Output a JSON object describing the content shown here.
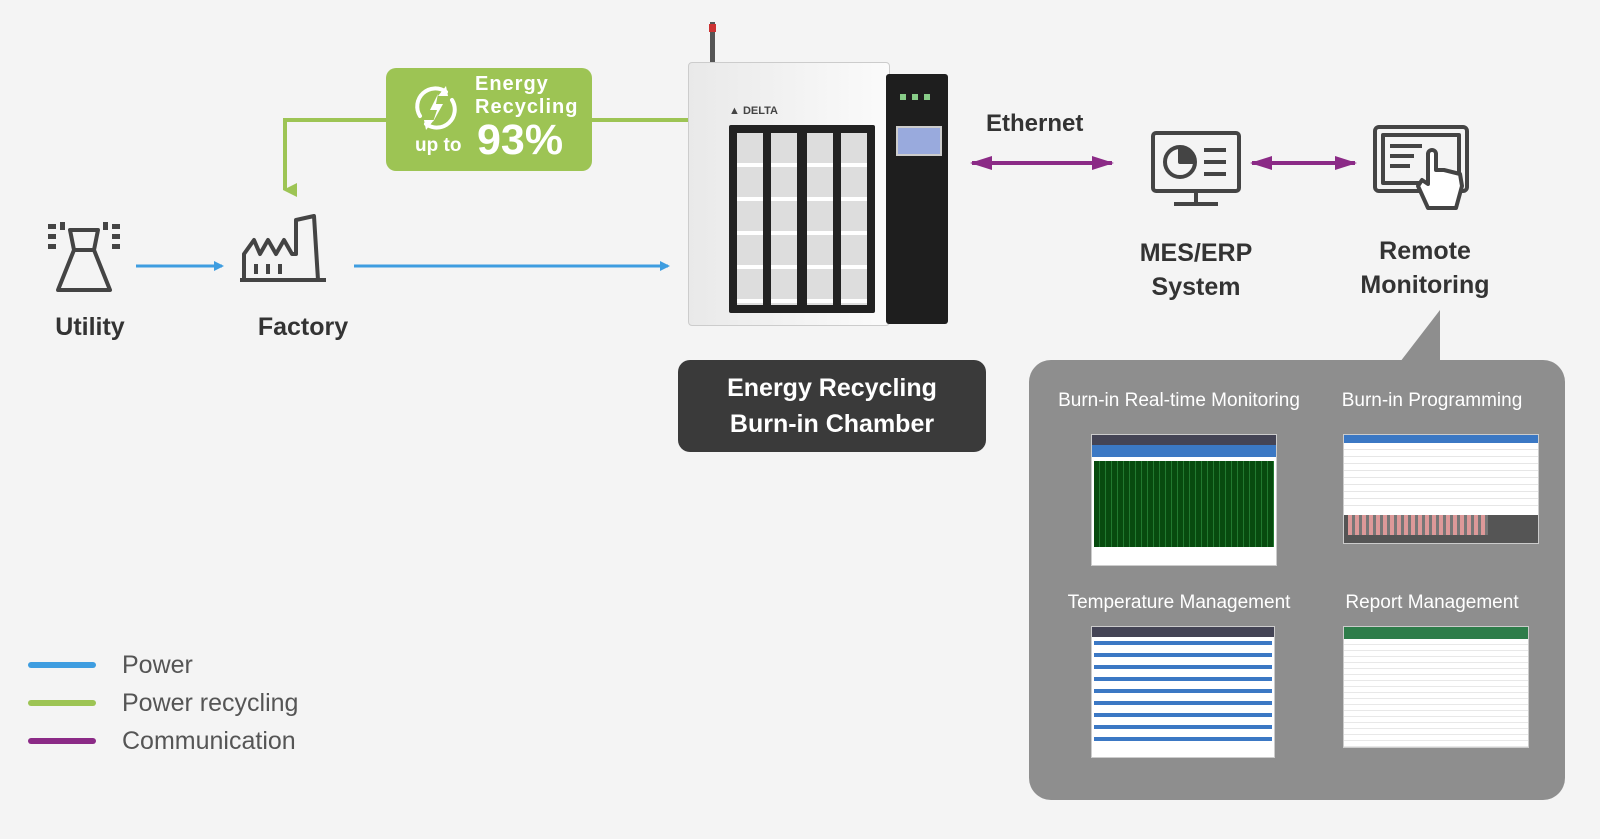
{
  "nodes": {
    "utility": "Utility",
    "factory": "Factory",
    "mes_erp": [
      "MES/ERP",
      "System"
    ],
    "remote": [
      "Remote",
      "Monitoring"
    ]
  },
  "chamber": {
    "brand": "DELTA",
    "label": [
      "Energy Recycling",
      "Burn-in Chamber"
    ]
  },
  "badge": {
    "line1": "Energy",
    "line2": "Recycling",
    "prefix": "up to",
    "value": "93%"
  },
  "link_label": "Ethernet",
  "panel": {
    "items": [
      {
        "title": "Burn-in Real-time Monitoring"
      },
      {
        "title": "Burn-in Programming"
      },
      {
        "title": "Temperature Management"
      },
      {
        "title": "Report Management"
      }
    ]
  },
  "legend": [
    {
      "label": "Power",
      "color": "#3e9de0"
    },
    {
      "label": "Power recycling",
      "color": "#9dc454"
    },
    {
      "label": "Communication",
      "color": "#8b2a86"
    }
  ],
  "colors": {
    "power": "#3e9de0",
    "recycling": "#9dc454",
    "communication": "#8b2a86",
    "panel": "#8e8e8e"
  }
}
